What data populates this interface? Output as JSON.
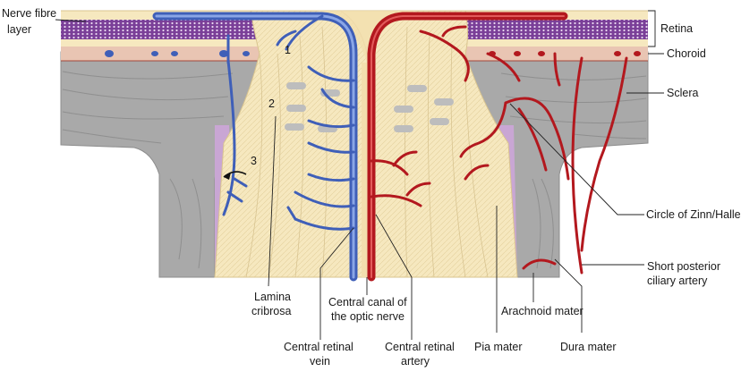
{
  "labels": {
    "nerve_fibre_layer_1": "Nerve fibre",
    "nerve_fibre_layer_2": "layer",
    "retina": "Retina",
    "choroid": "Choroid",
    "sclera": "Sclera",
    "circle_zinn_haller": "Circle of Zinn/Haller",
    "short_posterior_1": "Short posterior",
    "short_posterior_2": "ciliary artery",
    "lamina_1": "Lamina",
    "lamina_2": "cribrosa",
    "central_canal_1": "Central canal of",
    "central_canal_2": "the optic nerve",
    "arachnoid": "Arachnoid mater",
    "central_vein_1": "Central retinal",
    "central_vein_2": "vein",
    "central_artery_1": "Central retinal",
    "central_artery_2": "artery",
    "pia": "Pia mater",
    "dura": "Dura mater",
    "num_1": "1",
    "num_2": "2",
    "num_3": "3"
  },
  "colors": {
    "nerve": "#f6e8bf",
    "nerve_line": "#d9c48f",
    "sclera": "#a9a9a9",
    "sclera_line": "#8d8d8d",
    "choroid": "#e9c5b3",
    "retina_band": "#5a2a7a",
    "pia_purple": "#c9a6d4",
    "vein": "#3f5fb8",
    "vein_light": "#8aa6e6",
    "artery": "#b3181e",
    "leader": "#222222"
  }
}
